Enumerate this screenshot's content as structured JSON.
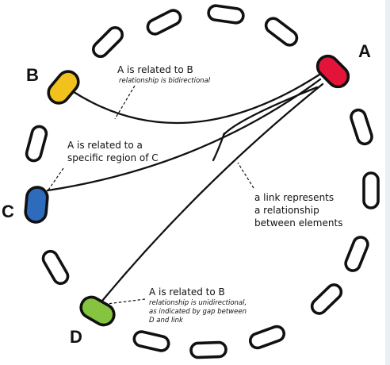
{
  "nodes": {
    "a": {
      "label": "A",
      "color": "#e4133a"
    },
    "b": {
      "label": "B",
      "color": "#f1c21b"
    },
    "c": {
      "label": "C",
      "color": "#2e6bbd"
    },
    "d": {
      "label": "D",
      "color": "#86c440"
    }
  },
  "annotations": {
    "ab": {
      "line1": "A is related to B",
      "sub1": "relationship is bidirectional"
    },
    "ac": {
      "line1": "A is related to a",
      "line2": "specific region of C"
    },
    "link": {
      "line1": "a link represents",
      "line2": "a relationship",
      "line3": "between elements"
    },
    "ad": {
      "line1": "A is related to B",
      "sub1": "relationship is unidirectional,",
      "sub2": "as indicated by gap between",
      "sub3": "D and link"
    }
  }
}
